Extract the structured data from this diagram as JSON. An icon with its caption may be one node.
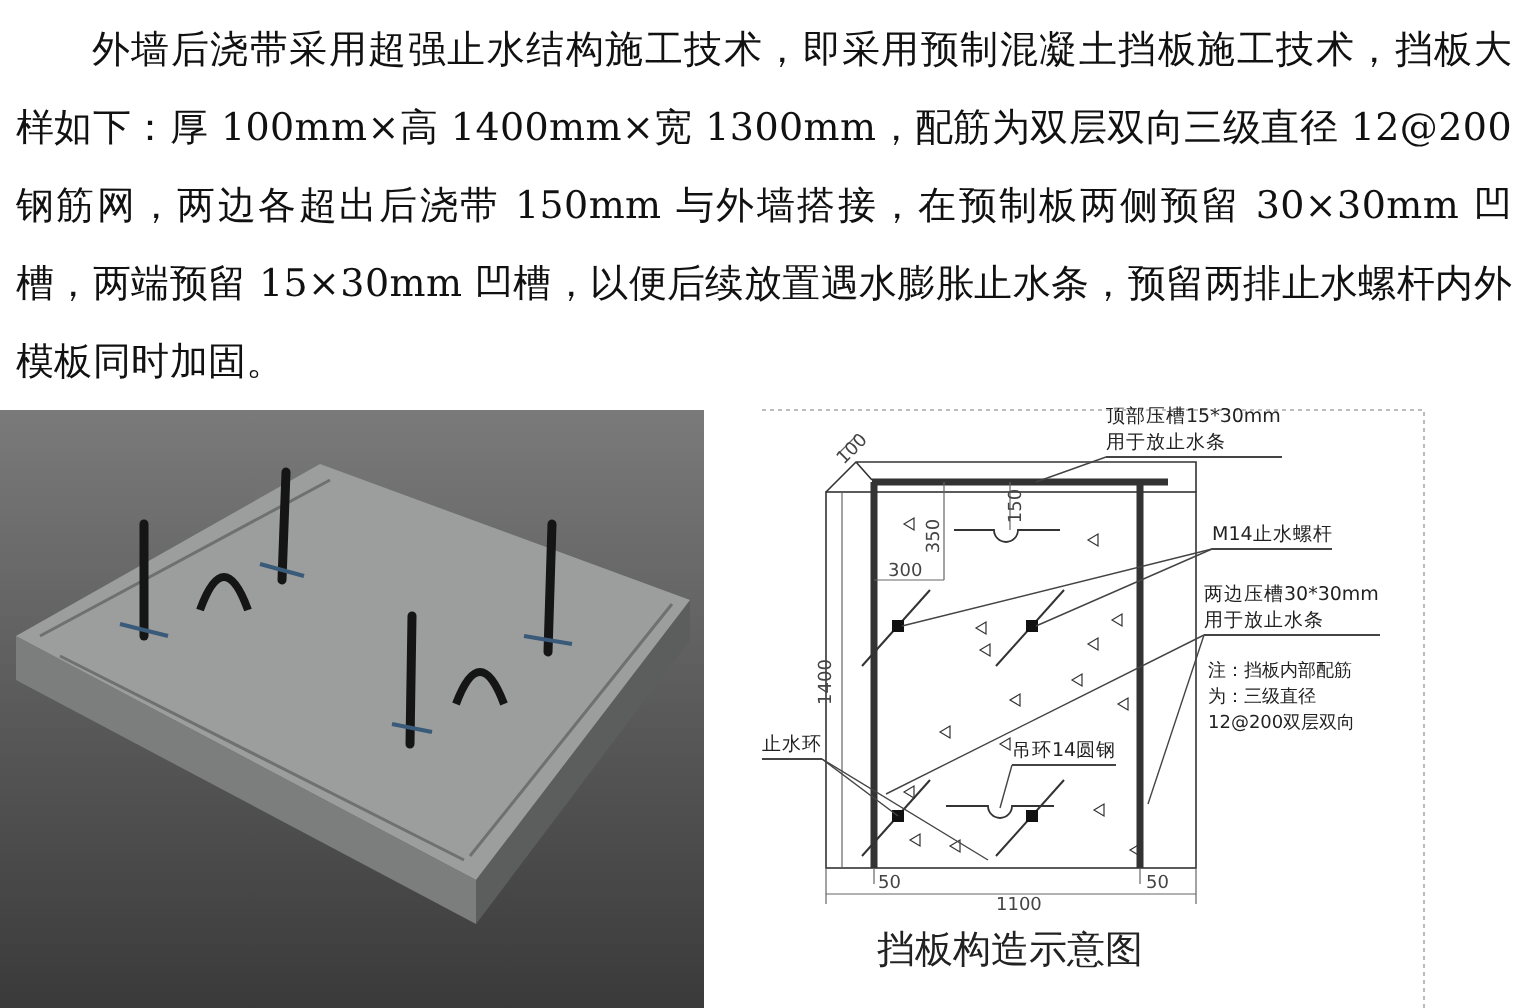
{
  "diagram": {
    "caption": "挡板构造示意图",
    "nodes": [
      {
        "text": [
          "顶部压槽15*30mm用于放止水条"
        ]
      },
      {
        "text": [
          "M14止水螺杆"
        ]
      },
      {
        "text": [
          "两边压槽30*30mm用于放止水条"
        ]
      },
      {
        "text": [
          "止水环"
        ]
      },
      {
        "text": [
          "吊环14圆钢"
        ]
      }
    ],
    "edges": [
      {
        "from": 0,
        "to": null,
        "arrow": "none"
      },
      {
        "from": 1,
        "to": null,
        "arrow": "none"
      },
      {
        "from": 1,
        "to": null,
        "arrow": "none"
      },
      {
        "from": 2,
        "to": null,
        "arrow": "none"
      },
      {
        "from": 2,
        "to": null,
        "arrow": "none"
      },
      {
        "from": 3,
        "to": null,
        "arrow": "none"
      },
      {
        "from": 3,
        "to": null,
        "arrow": "none"
      },
      {
        "from": 4,
        "to": null,
        "arrow": "none"
      }
    ],
    "labels": [
      "外墙后浇带采用超强止水结构施工技术，即采用预制混凝土挡板施工技术，挡板大样如下：厚 100mm×高 1400mm×宽 1300mm，配筋为双层双向三级直径 12@200 钢筋网，两边各超出后浇带 150mm 与外墙搭接，在预制板两侧预留 30×30mm 凹槽，两端预留 15×30mm 凹槽，以便后续放置遇水膨胀止水条，预留两排止水螺杆内外模板同时加固。",
      "100",
      "150",
      "350",
      "300",
      "注：挡板内部配筋为：三级直径12@200双层双向",
      "1400",
      "50",
      "50",
      "1100"
    ]
  }
}
